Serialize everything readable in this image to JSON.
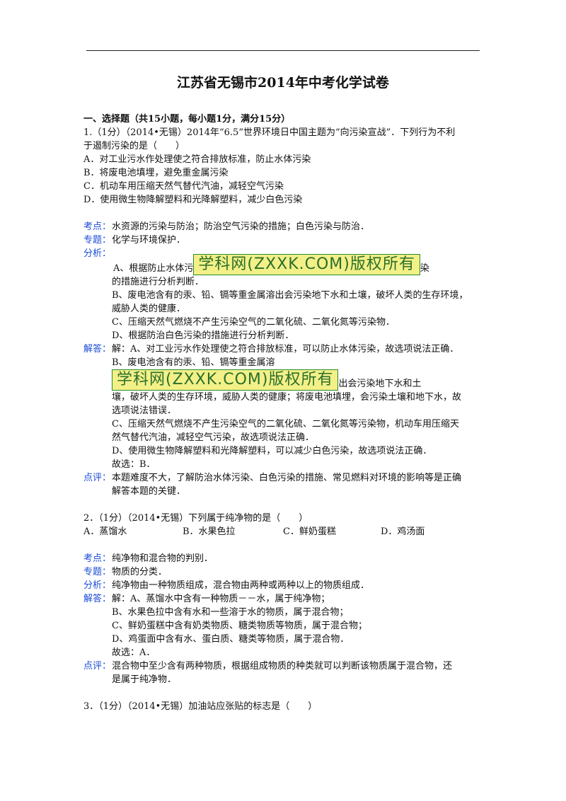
{
  "doc": {
    "title": "江苏省无锡市2014年中考化学试卷",
    "section1": "一、选择题（共15小题，每小题1分，满分15分）",
    "watermark": "学科网(ZXXK.COM)版权所有"
  },
  "labels": {
    "kaodian": "考点：",
    "zhuanti": "专题：",
    "fenxi": "分析：",
    "jieda": "解答：",
    "dianping": "点评："
  },
  "q1": {
    "stem1": "1.（1分）（2014•无锡）2014年“6.5”世界环境日中国主题为“向污染宣战”．下列行为不利",
    "stem2": "于遏制污染的是（　　）",
    "options": [
      "A．对工业污水作处理使之符合排放标准，防止水体污染",
      "B．将废电池填埋，避免重金属污染",
      "C．机动车用压缩天然气替代汽油，减轻空气污染",
      "D．使用微生物降解塑料和光降解塑料，减少白色污染"
    ],
    "kaodian": "水资源的污染与防治；防治空气污染的措施；白色污染与防治．",
    "zhuanti": "化学与环境保护．",
    "fenxi_a_pre": "A、根据防止水体污",
    "fenxi_a_post": "染",
    "fenxi_a2": "的措施进行分析判断．",
    "fenxi_b1": "B、废电池含有的汞、铅、镉等重金属溶出会污染地下水和土壤，破坏人类的生存环境，",
    "fenxi_b2": "威胁人类的健康．",
    "fenxi_c": "C、压缩天然气燃烧不产生污染空气的二氧化硫、二氧化氮等污染物．",
    "fenxi_d": "D、根据防治白色污染的措施进行分析判断．",
    "jieda_a": "解：A、对工业污水作处理使之符合排放标准，可以防止水体污染，故选项说法正确．",
    "jieda_b1": "B、废电池含有的汞、铅、镉等重金属溶",
    "jieda_b_post": "出会污染地下水和土",
    "jieda_b2": "壤，破坏人类的生存环境，威胁人类的健康；将废电池填埋，会污染土壤和地下水，故",
    "jieda_b3": "选项说法错误．",
    "jieda_c1": "C、压缩天然气燃烧不产生污染空气的二氧化硫、二氧化氮等污染物，机动车用压缩天",
    "jieda_c2": "然气替代汽油，减轻空气污染，故选项说法正确．",
    "jieda_d": "D、使用微生物降解塑料和光降解塑料，可以减少白色污染，故选项说法正确．",
    "jieda_ans": "故选：B．",
    "dianping1": "本题难度不大，了解防治水体污染、白色污染的措施、常见燃料对环境的影响等是正确",
    "dianping2": "解答本题的关键．"
  },
  "q2": {
    "stem": "2．（1分）（2014•无锡）下列属于纯净物的是（　　）",
    "options": [
      "A．蒸馏水",
      "B．水果色拉",
      "C．鲜奶蛋糕",
      "D．鸡汤面"
    ],
    "kaodian": "纯净物和混合物的判别．",
    "zhuanti": "物质的分类．",
    "fenxi": "纯净物由一种物质组成，混合物由两种或两种以上的物质组成．",
    "jieda_a": "解：A、蒸馏水中含有一种物质－－水，属于纯净物；",
    "jieda_b": "B、水果色拉中含有水和一些溶于水的物质，属于混合物；",
    "jieda_c": "C、鲜奶蛋糕中含有奶类物质、糖类物质等物质，属于混合物；",
    "jieda_d": "D、鸡蛋面中含有水、蛋白质、糖类等物质，属于混合物．",
    "jieda_ans": "故选：A．",
    "dianping1": "混合物中至少含有两种物质，根据组成物质的种类就可以判断该物质属于混合物，还",
    "dianping2": "是属于纯净物．"
  },
  "q3": {
    "stem": "3．（1分）（2014•无锡）加油站应张贴的标志是（　　）"
  }
}
